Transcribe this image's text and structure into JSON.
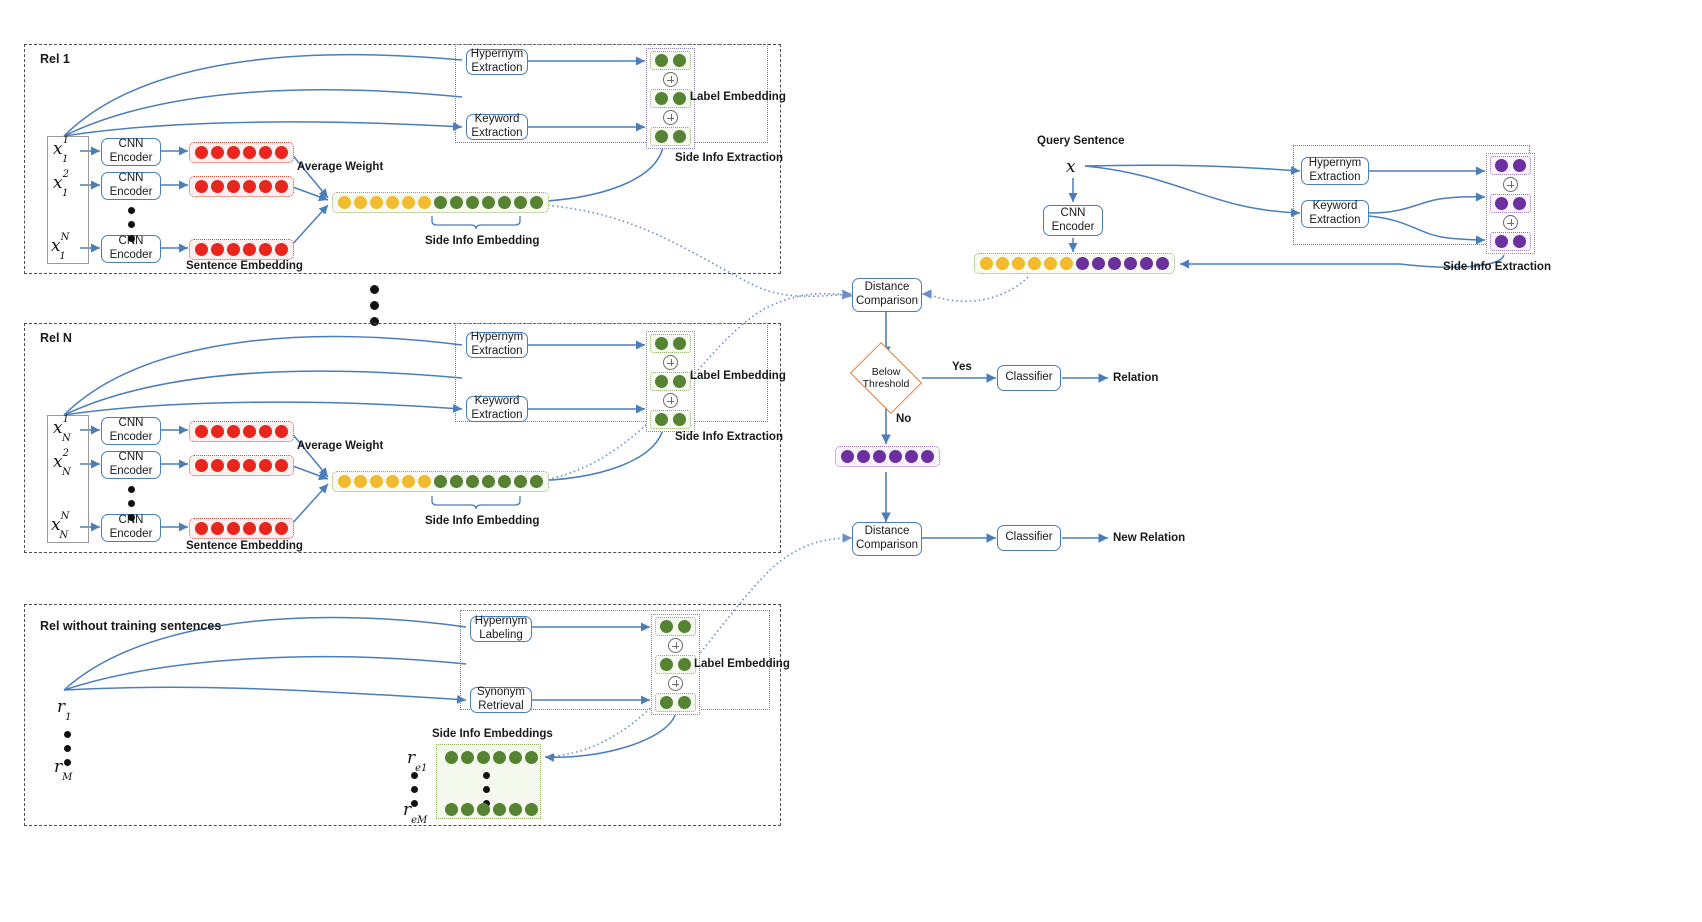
{
  "diagram": {
    "title": "Few-shot relation classification with side information architecture",
    "colors": {
      "sentence_dot": "#e8251f",
      "sentence_part": "#f2bb2d",
      "side_info_dot": "#558233",
      "query_side_dot": "#6c2fa0",
      "node_border": "#4a7ebb",
      "decision_border": "#e07b39",
      "arrow": "#4a7ebb"
    }
  },
  "rel1": {
    "group_title": "Rel 1",
    "inputs": [
      "x",
      "x",
      "x"
    ],
    "input_labels": [
      {
        "base": "x",
        "sub": "1",
        "sup": "1"
      },
      {
        "base": "x",
        "sub": "1",
        "sup": "2"
      },
      {
        "base": "x",
        "sub": "1",
        "sup": "N"
      }
    ],
    "encoders": [
      {
        "line1": "CNN",
        "line2": "Encoder"
      },
      {
        "line1": "CNN",
        "line2": "Encoder"
      },
      {
        "line1": "CNN",
        "line2": "Encoder"
      }
    ],
    "sentence_embedding_caption": "Sentence Embedding",
    "sentence_vector_len": 6,
    "average_weight_label": "Average Weight",
    "combined_yellow_len": 6,
    "combined_green_len": 7,
    "side_info_embedding_caption": "Side Info Embedding",
    "extractors": [
      {
        "line1": "Hypernym",
        "line2": "Extraction"
      },
      {
        "line1": "Keyword",
        "line2": "Extraction"
      }
    ],
    "label_embedding_caption": "Label Embedding",
    "label_rows": 3,
    "label_row_dots": 2,
    "side_info_extraction_caption": "Side Info Extraction"
  },
  "relN": {
    "group_title": "Rel N",
    "input_labels": [
      {
        "base": "x",
        "sub": "N",
        "sup": "1"
      },
      {
        "base": "x",
        "sub": "N",
        "sup": "2"
      },
      {
        "base": "x",
        "sub": "N",
        "sup": "N"
      }
    ],
    "encoders": [
      {
        "line1": "CNN",
        "line2": "Encoder"
      },
      {
        "line1": "CNN",
        "line2": "Encoder"
      },
      {
        "line1": "CNN",
        "line2": "Encoder"
      }
    ],
    "sentence_embedding_caption": "Sentence Embedding",
    "sentence_vector_len": 6,
    "average_weight_label": "Average Weight",
    "combined_yellow_len": 6,
    "combined_green_len": 7,
    "side_info_embedding_caption": "Side Info Embedding",
    "extractors": [
      {
        "line1": "Hypernym",
        "line2": "Extraction"
      },
      {
        "line1": "Keyword",
        "line2": "Extraction"
      }
    ],
    "label_embedding_caption": "Label Embedding",
    "side_info_extraction_caption": "Side Info Extraction"
  },
  "rel_no_sent": {
    "group_title": "Rel without training sentences",
    "relation_first": {
      "base": "r",
      "sub": "1"
    },
    "relation_last": {
      "base": "r",
      "sub": "M"
    },
    "extractors": [
      {
        "line1": "Hypernym",
        "line2": "Labeling"
      },
      {
        "line1": "Synonym",
        "line2": "Retrieval"
      }
    ],
    "label_embedding_caption": "Label Embedding",
    "side_info_embeddings_caption": "Side Info Embeddings",
    "embedding_rows": [
      {
        "label": {
          "base": "r",
          "sub": "e1"
        },
        "len": 6
      },
      {
        "label": {
          "base": "r",
          "sub": "eM"
        },
        "len": 6
      }
    ]
  },
  "query": {
    "caption": "Query Sentence",
    "symbol": "x",
    "encoder": {
      "line1": "CNN",
      "line2": "Encoder"
    },
    "yellow_len": 6,
    "purple_len": 6,
    "extractors": [
      {
        "line1": "Hypernym",
        "line2": "Extraction"
      },
      {
        "line1": "Keyword",
        "line2": "Extraction"
      }
    ],
    "label_rows": 3,
    "label_row_dots": 2,
    "side_info_extraction_caption": "Side Info Extraction"
  },
  "flow": {
    "distance_comparison_top": {
      "line1": "Distance",
      "line2": "Comparison"
    },
    "decision": {
      "line1": "Below",
      "line2": "Threshold"
    },
    "yes_label": "Yes",
    "no_label": "No",
    "classifier_top": "Classifier",
    "relation_output": "Relation",
    "unknown_vector_len": 6,
    "distance_comparison_bottom": {
      "line1": "Distance",
      "line2": "Comparison"
    },
    "classifier_bottom": "Classifier",
    "new_relation_output": "New Relation"
  }
}
